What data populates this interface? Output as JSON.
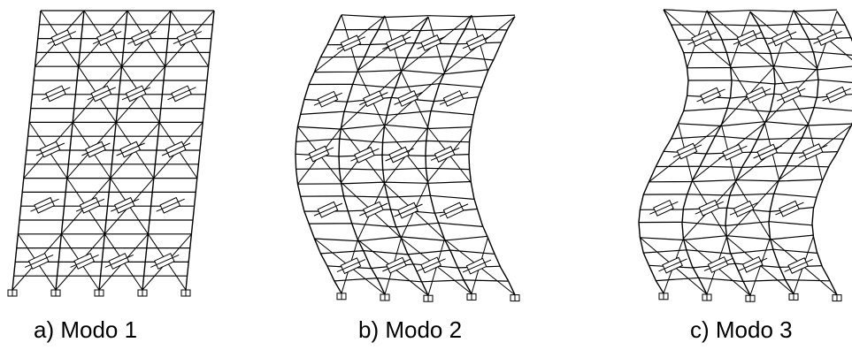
{
  "panels": [
    {
      "id": "mode-1",
      "caption": "a) Modo 1",
      "shape": "sway"
    },
    {
      "id": "mode-2",
      "caption": "b) Modo 2",
      "shape": "half-sine"
    },
    {
      "id": "mode-3",
      "caption": "c) Modo 3",
      "shape": "full-sine"
    }
  ],
  "frame": {
    "bays": 4,
    "stories": 20,
    "supports": 5,
    "line_color": "#000000"
  }
}
